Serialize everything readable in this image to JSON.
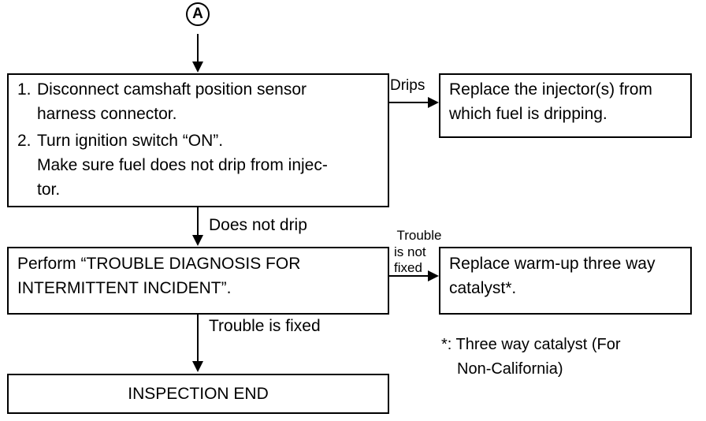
{
  "connector": {
    "label": "A"
  },
  "box1": {
    "item1_number": "1.",
    "item1_line1": "Disconnect camshaft position sensor",
    "item1_line2": "harness connector.",
    "item2_number": "2.",
    "item2_line1": "Turn ignition switch “ON”.",
    "item2_line2": "Make sure fuel does not drip from injec-",
    "item2_line3": "tor."
  },
  "edge_drips": {
    "label": "Drips"
  },
  "box_replace_injector": {
    "line1": "Replace the injector(s) from",
    "line2": "which fuel is dripping."
  },
  "edge_does_not_drip": {
    "label": "Does not drip"
  },
  "box2": {
    "line1": "Perform “TROUBLE DIAGNOSIS FOR",
    "line2": "INTERMITTENT INCIDENT”."
  },
  "edge_not_fixed": {
    "line1": "Trouble",
    "line2": "is not",
    "line3": "fixed"
  },
  "box_replace_catalyst": {
    "line1": "Replace warm-up three way",
    "line2": "catalyst*."
  },
  "edge_fixed": {
    "label": "Trouble is fixed"
  },
  "footnote": {
    "line1": "*: Three way catalyst (For",
    "line2": "Non-California)"
  },
  "box_end": {
    "label": "INSPECTION END"
  }
}
